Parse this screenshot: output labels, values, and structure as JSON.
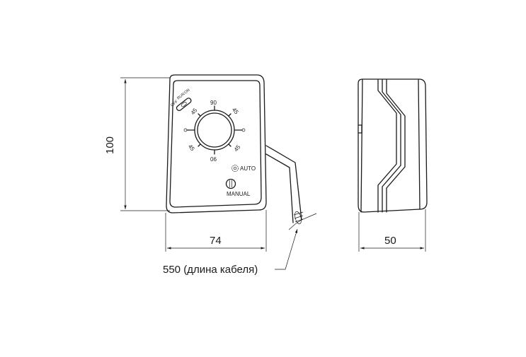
{
  "dimensions": {
    "height": "100",
    "width": "74",
    "depth": "50",
    "cable_length": "550 (длина кабеля)"
  },
  "dial": {
    "top": "90",
    "bottom": "06",
    "upper_left": "45",
    "upper_right": "45",
    "lower_left": "45",
    "lower_right": "45"
  },
  "switch": {
    "off": "OFF",
    "run": "RUN",
    "on": "ON"
  },
  "labels": {
    "auto": "AUTO",
    "manual": "MANUAL"
  }
}
